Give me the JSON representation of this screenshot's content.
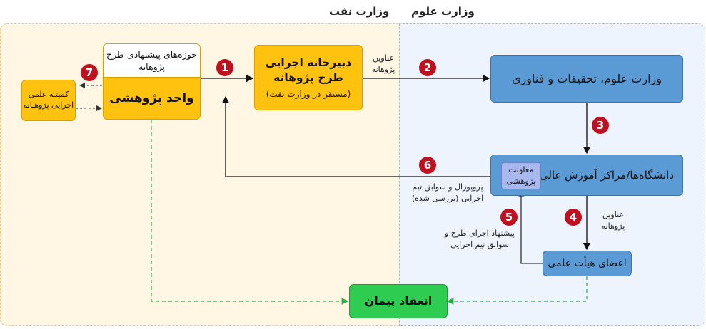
{
  "regions": {
    "left_title": "وزارت نفت",
    "right_title": "وزارت علوم"
  },
  "nodes": {
    "proposal_areas": "حوزه‌های پیشنهادی طرح پژوهانه",
    "research_unit": "واحد پژوهشی",
    "committee": "کمیتـه علمی اجرایی پژوهـانه",
    "secretariat_title": "دبیرخانه اجرایی طرح پژوهانه",
    "secretariat_sub": "(مستقر در وزارت نفت)",
    "ministry_science": "وزارت علوم، تحقیقات و فناوری",
    "universities": "دانشگاه‌ها/مراکز آموزش عالی",
    "research_deputy": "معاونت پژوهشی",
    "faculty": "اعضای هیأت علمی",
    "contract": "انعقاد پیمان"
  },
  "edge_labels": {
    "titles_top": "عناوین پژوهانه",
    "titles_right": "عناوین پژوهانه",
    "proposal_back": "پروپوزال و سوابق تیم اجرایی (بررسی شده)",
    "faculty_proposal": "پیشنهاد اجرای طرح و سوابق تیم اجرایی"
  },
  "badges": [
    "1",
    "2",
    "3",
    "4",
    "5",
    "6",
    "7"
  ],
  "colors": {
    "orange": "#ffc20e",
    "blue": "#5b9bd5",
    "green": "#2ecc51",
    "badge": "#c0101f"
  }
}
